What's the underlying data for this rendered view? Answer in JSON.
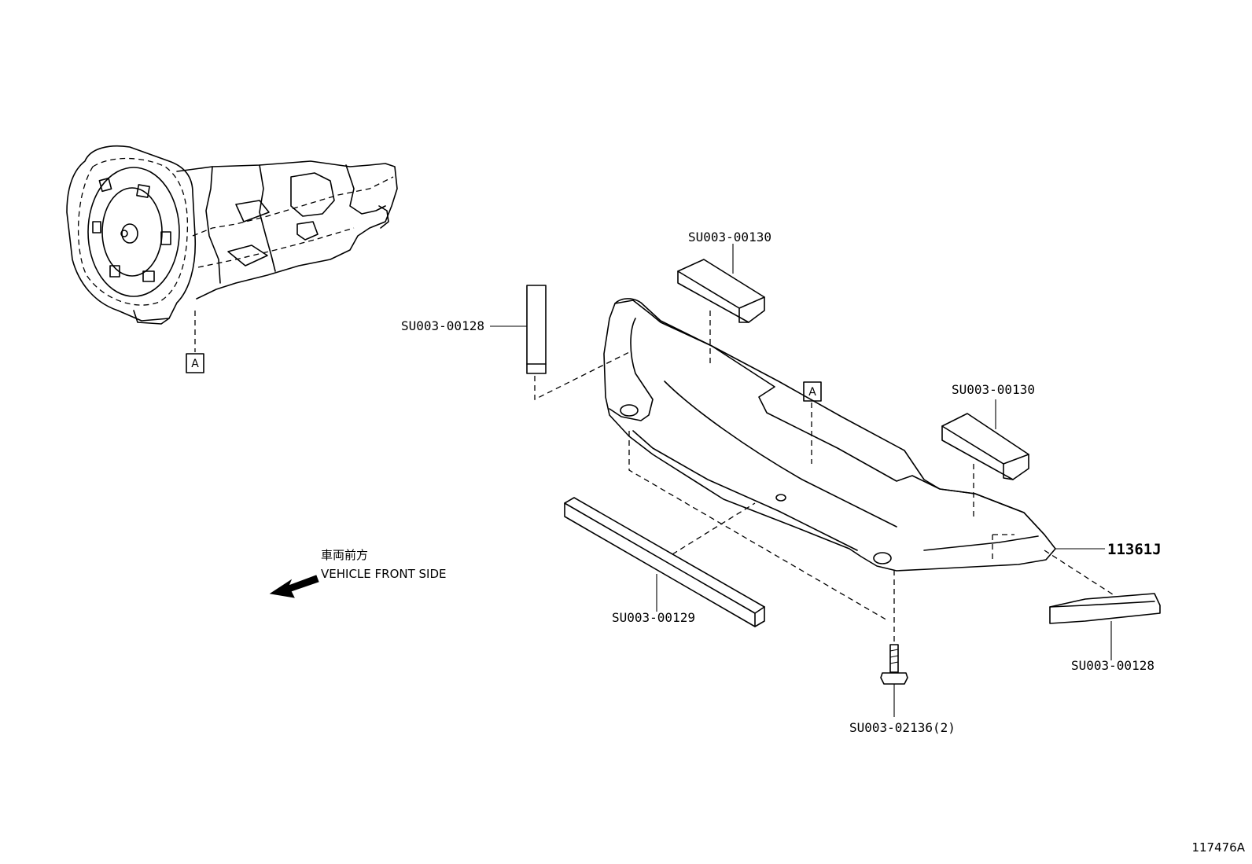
{
  "diagram": {
    "ref_number": "117476A",
    "callouts": {
      "part_main": "11361J",
      "pad_top_right": "SU003-00130",
      "pad_top_left": "SU003-00130",
      "strip_left": "SU003-00128",
      "strip_right": "SU003-00128",
      "long_strip": "SU003-00129",
      "bolt": "SU003-02136(2)"
    },
    "reference_marker": "A",
    "direction": {
      "japanese": "車両前方",
      "english": "VEHICLE FRONT SIDE"
    }
  }
}
